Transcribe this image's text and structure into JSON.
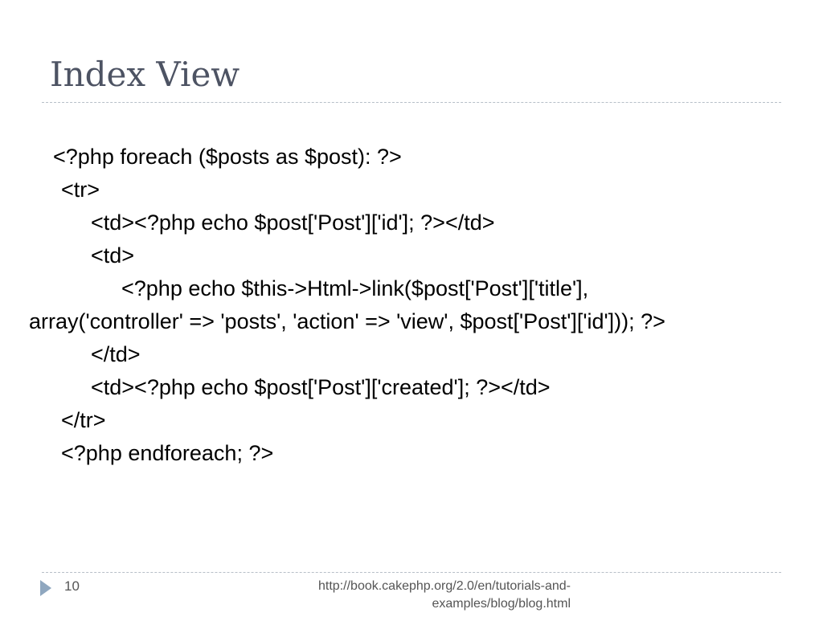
{
  "slide": {
    "title": "Index View",
    "code_lines": [
      "<?php foreach ($posts as $post): ?>",
      "<tr>",
      "<td><?php echo $post['Post']['id']; ?></td>",
      "<td>",
      "<?php echo $this->Html->link($post['Post']['title'],",
      "array('controller' => 'posts', 'action' => 'view', $post['Post']['id'])); ?>",
      "</td>",
      "<td><?php echo $post['Post']['created']; ?></td>",
      "</tr>",
      "<?php endforeach; ?>"
    ],
    "footer": {
      "page_number": "10",
      "url_line1": "http://book.cakephp.org/2.0/en/tutorials-and-",
      "url_line2": "examples/blog/blog.html"
    },
    "icons": {
      "footer_marker": "triangle-bullet-icon"
    },
    "colors": {
      "title": "#4d5363",
      "divider": "#b7bfc8",
      "footer_marker": "#8fa7bf"
    }
  }
}
